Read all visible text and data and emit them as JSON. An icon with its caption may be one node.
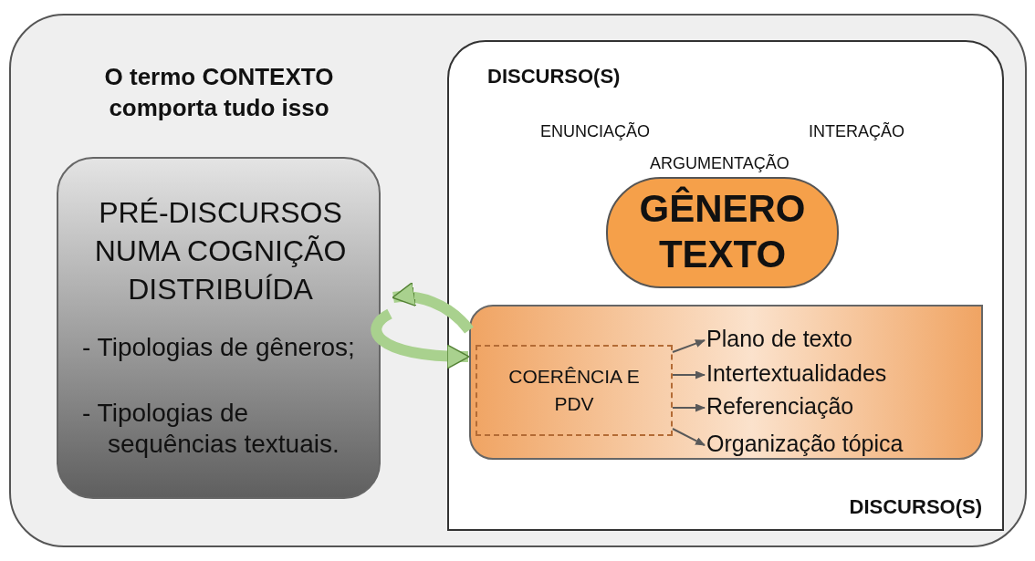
{
  "diagram": {
    "nodes": [
      {
        "text": [
          "O termo CONTEXTO comporta tudo isso"
        ]
      },
      {
        "text": [
          "PRÉ-DISCURSOS NUMA COGNIÇÃO DISTRIBUÍDA",
          "- Tipologias de gêneros;",
          "- Tipologias de sequências textuais."
        ],
        "in": 0
      },
      {
        "text": [
          "DISCURSO(S)",
          "ENUNCIAÇÃO",
          "INTERAÇÃO",
          "ARGUMENTAÇÃO",
          "DISCURSO(S)"
        ],
        "in": 0
      },
      {
        "text": [
          "GÊNERO TEXTO"
        ],
        "in": 2
      },
      {
        "text": [],
        "shape": "box",
        "in": 2
      },
      {
        "text": [
          "COERÊNCIA E PDV"
        ],
        "in": 4
      },
      {
        "text": [
          "Plano de texto"
        ],
        "in": 4
      },
      {
        "text": [
          "Intertextualidades"
        ],
        "in": 4
      },
      {
        "text": [
          "Referenciação"
        ],
        "in": 4
      },
      {
        "text": [
          "Organização tópica"
        ],
        "in": 4
      }
    ],
    "edges": [
      {
        "from": 4,
        "to": 1,
        "arrow": "to",
        "style": "thick",
        "color": "#a9d18e"
      },
      {
        "from": 1,
        "to": 4,
        "arrow": "to",
        "style": "thick",
        "color": "#a9d18e"
      },
      {
        "from": 5,
        "to": 6,
        "arrow": "to"
      },
      {
        "from": 5,
        "to": 7,
        "arrow": "to"
      },
      {
        "from": 5,
        "to": 8,
        "arrow": "to"
      },
      {
        "from": 5,
        "to": 9,
        "arrow": "to"
      }
    ]
  }
}
